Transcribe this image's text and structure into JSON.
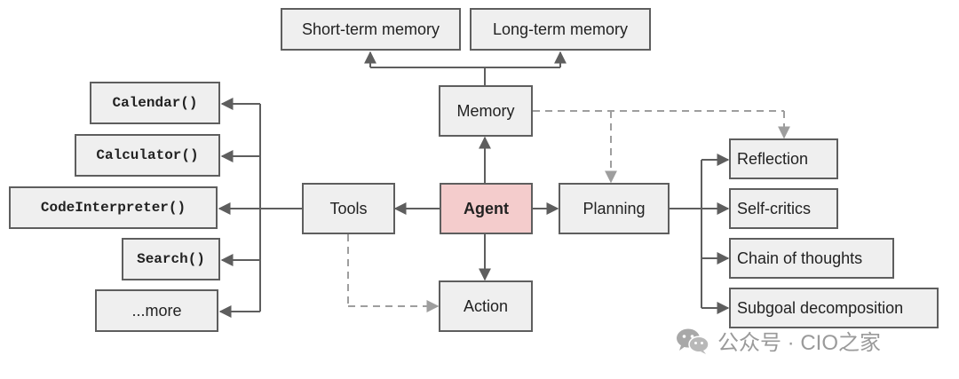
{
  "diagram": {
    "agent": "Agent",
    "memory": "Memory",
    "short_term_memory": "Short-term memory",
    "long_term_memory": "Long-term memory",
    "tools": "Tools",
    "planning": "Planning",
    "action": "Action",
    "tool_items": [
      "Calendar()",
      "Calculator()",
      "CodeInterpreter()",
      "Search()",
      "...more"
    ],
    "planning_items": [
      "Reflection",
      "Self-critics",
      "Chain of thoughts",
      "Subgoal decomposition"
    ]
  },
  "watermark": {
    "text": "公众号 · CIO之家",
    "icon": "wechat-icon"
  },
  "colors": {
    "box_fill": "#efefef",
    "box_border": "#5e5e5e",
    "agent_fill": "#f4cccc",
    "solid_arrow": "#5e5e5e",
    "dashed_arrow": "#9e9e9e"
  }
}
